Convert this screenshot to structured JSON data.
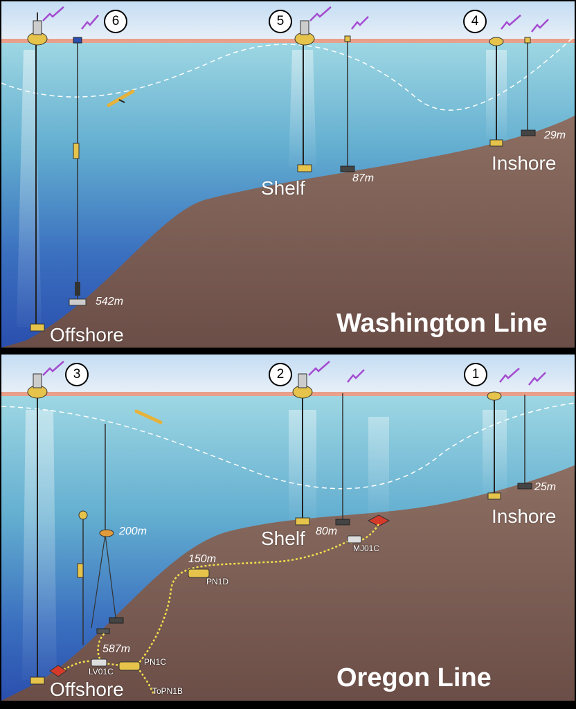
{
  "washington": {
    "title": "Washington Line",
    "sites": {
      "s6": {
        "number": "6",
        "region": "Offshore",
        "depth": "542m"
      },
      "s5": {
        "number": "5",
        "region": "Shelf",
        "depth": "87m"
      },
      "s4": {
        "number": "4",
        "region": "Inshore",
        "depth": "29m"
      }
    }
  },
  "oregon": {
    "title": "Oregon Line",
    "sites": {
      "s3": {
        "number": "3",
        "region": "Offshore",
        "depth_buoy": "200m",
        "depth_bottom": "587m"
      },
      "s2": {
        "number": "2",
        "region": "Shelf",
        "depth": "80m"
      },
      "s1": {
        "number": "1",
        "region": "Inshore",
        "depth": "25m"
      }
    },
    "nodes": {
      "pn1d": {
        "name": "PN1D",
        "depth": "150m"
      },
      "mj01c": {
        "name": "MJ01C"
      },
      "lv01c": {
        "name": "LV01C"
      },
      "pn1c": {
        "name": "PN1C"
      },
      "to_pn1b": {
        "name": "ToPN1B"
      }
    }
  },
  "colors": {
    "water_top": "#8fd0e0",
    "water_deep": "#2a4fae",
    "seafloor": "#86685f",
    "sky": "#d9e8f6",
    "surface_line": "#e9a08a",
    "cable": "#f2e04c",
    "frame": "#b8352c"
  }
}
